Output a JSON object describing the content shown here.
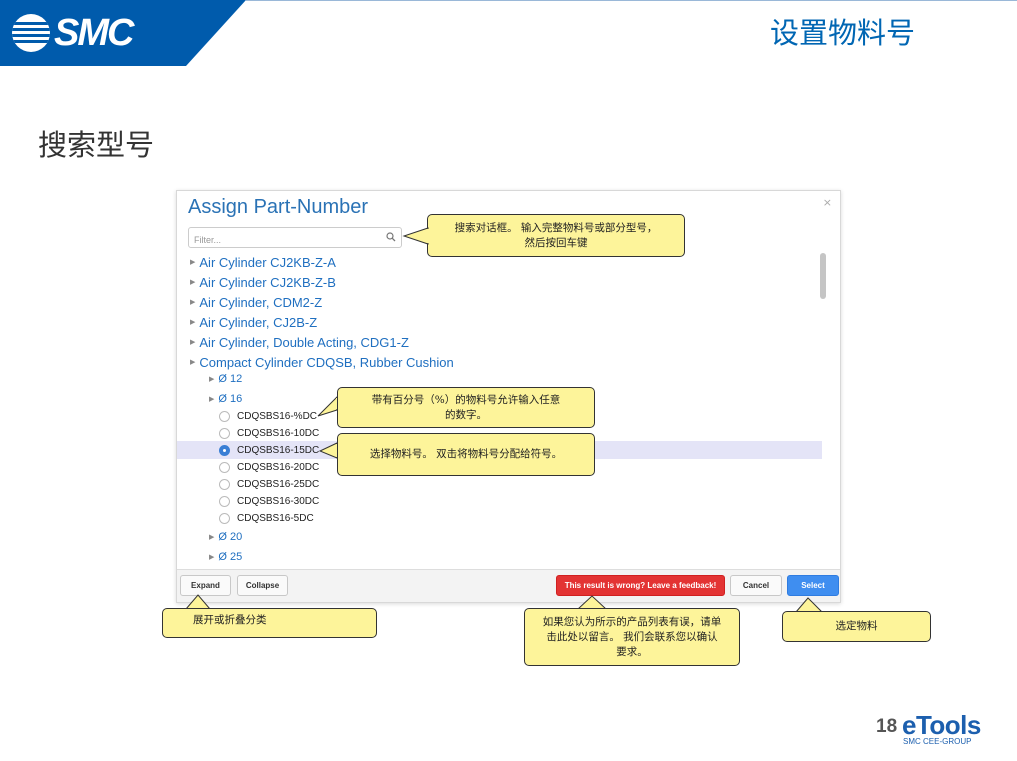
{
  "header": {
    "brand": "SMC",
    "slide_title": "设置物料号",
    "band_color": "#005bac"
  },
  "section_title": "搜索型号",
  "dialog": {
    "title": "Assign Part-Number",
    "close": "×",
    "filter_placeholder": "Filter...",
    "items": [
      {
        "label": "Air Cylinder CJ2KB-Z-A"
      },
      {
        "label": "Air Cylinder CJ2KB-Z-B"
      },
      {
        "label": "Air Cylinder, CDM2-Z"
      },
      {
        "label": "Air Cylinder, CJ2B-Z"
      },
      {
        "label": "Air Cylinder, Double Acting, CDG1-Z"
      },
      {
        "label": "Compact Cylinder CDQSB, Rubber Cushion"
      }
    ],
    "groups": [
      {
        "label": "Ø 12"
      },
      {
        "label": "Ø 16"
      },
      {
        "label": "Ø 20"
      },
      {
        "label": "Ø 25"
      }
    ],
    "parts": [
      {
        "label": "CDQSBS16-%DC"
      },
      {
        "label": "CDQSBS16-10DC"
      },
      {
        "label": "CDQSBS16-15DC"
      },
      {
        "label": "CDQSBS16-20DC"
      },
      {
        "label": "CDQSBS16-25DC"
      },
      {
        "label": "CDQSBS16-30DC"
      },
      {
        "label": "CDQSBS16-5DC"
      }
    ],
    "selected_part": "CDQSBS16-15DC",
    "footer": {
      "expand": "Expand",
      "collapse": "Collapse",
      "feedback": "This result is wrong? Leave a feedback!",
      "cancel": "Cancel",
      "select": "Select"
    }
  },
  "callouts": {
    "search": [
      "搜索对话框。 输入完整物料号或部分型号，",
      "然后按回车键"
    ],
    "percent": [
      "带有百分号（%）的物料号允许输入任意",
      "的数字。"
    ],
    "select_part": "选择物料号。 双击将物料号分配给符号。",
    "expand": "展开或折叠分类",
    "feedback": [
      "如果您认为所示的产品列表有误，请单",
      "击此处以留言。 我们会联系您以确认",
      "要求。"
    ],
    "select_material": "选定物料"
  },
  "footer": {
    "page_number": "18",
    "brand": "eTools",
    "brand_sub": "SMC CEE-GROUP"
  }
}
